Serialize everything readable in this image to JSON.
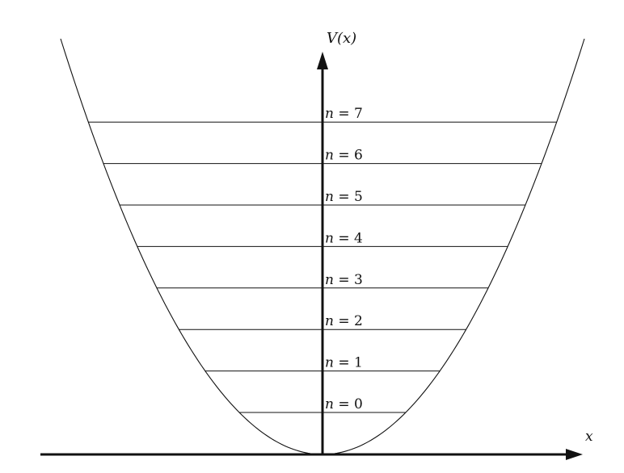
{
  "diagram": {
    "y_axis_label": "V(x)",
    "x_axis_label": "x",
    "curve": "parabola",
    "levels": [
      {
        "n": 0,
        "label": "n = 0"
      },
      {
        "n": 1,
        "label": "n = 1"
      },
      {
        "n": 2,
        "label": "n = 2"
      },
      {
        "n": 3,
        "label": "n = 3"
      },
      {
        "n": 4,
        "label": "n = 4"
      },
      {
        "n": 5,
        "label": "n = 5"
      },
      {
        "n": 6,
        "label": "n = 6"
      },
      {
        "n": 7,
        "label": "n = 7"
      }
    ],
    "colors": {
      "ink": "#111111",
      "background": "#ffffff"
    }
  }
}
